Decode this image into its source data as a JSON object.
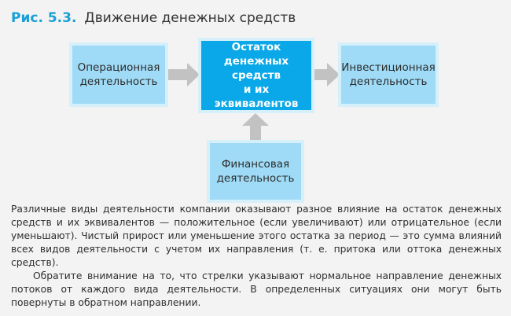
{
  "figure": {
    "number": "Рис. 5.3.",
    "title": "Движение денежных средств",
    "accent_color": "#1a9fd8"
  },
  "diagram": {
    "operating": "Операционная\nдеятельность",
    "center": "Остаток\nденежных средств\nи их эквивалентов",
    "investing": "Инвестиционная\nдеятельность",
    "financing": "Финансовая\nдеятельность",
    "box_fill_color": "#9fdbf6",
    "center_fill_color": "#0aa8e8",
    "arrow_color": "#c2c2c2",
    "arrow_icon": "gray-arrow"
  },
  "text": {
    "paragraph_1": "Различные виды деятельности компании оказывают разное влияние на остаток денежных средств и их эквивалентов — положительное (если увеличивают) или отрицательное (если уменьшают). Чистый прирост или уменьшение этого остатка за период — это сумма влияний всех видов деятельности с учетом их направления (т. е. притока или оттока денежных средств).",
    "paragraph_2": "Обратите внимание на то, что стрелки указывают нормальное направление денежных потоков от каждого вида деятельности. В определенных ситуациях они могут быть повернуты в обратном направлении."
  }
}
